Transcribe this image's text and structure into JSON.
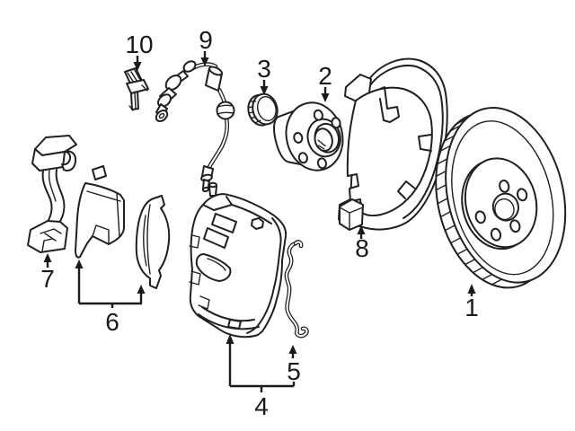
{
  "colors": {
    "background": "#ffffff",
    "line_art": "#231f20",
    "callout_text": "#1a1a1a"
  },
  "callouts": [
    {
      "label": "1",
      "target": "brake-rotor"
    },
    {
      "label": "2",
      "target": "wheel-hub"
    },
    {
      "label": "3",
      "target": "hub-grease-cap"
    },
    {
      "label": "4",
      "target": "brake-caliper"
    },
    {
      "label": "5",
      "target": "pad-retaining-clip"
    },
    {
      "label": "6",
      "target": "brake-pads"
    },
    {
      "label": "7",
      "target": "caliper-mounting-bracket"
    },
    {
      "label": "8",
      "target": "splash-shield"
    },
    {
      "label": "9",
      "target": "brake-hose"
    },
    {
      "label": "10",
      "target": "wear-sensor-clip"
    }
  ]
}
